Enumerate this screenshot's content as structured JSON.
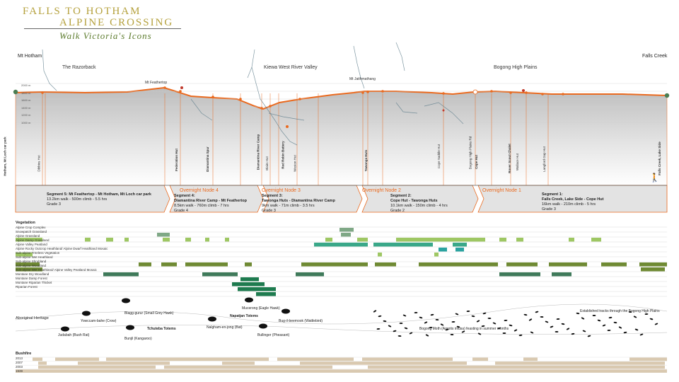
{
  "brand": {
    "line1": "FALLS TO HOTHAM",
    "line2": "ALPINE CROSSING",
    "tagline": "Walk Victoria's Icons"
  },
  "places": {
    "start": "Mt Hotham",
    "end": "Falls Creek",
    "razorback": "The Razorback",
    "kiewa": "Kiewa West River Valley",
    "bogong": "Bogong High Plains",
    "feathertop": "Mt Feathertop",
    "jaithmathang": "Mt Jaithmathang"
  },
  "elevation_ticks": [
    "2000 m",
    "1800 m",
    "1600 m",
    "1400 m",
    "1200 m",
    "1000 m"
  ],
  "site_labels": [
    {
      "text": "Hotham, Mt Loch car park",
      "bold": true
    },
    {
      "text": "Dibbins Hut",
      "bold": false
    },
    {
      "text": "Federation Hut",
      "bold": true
    },
    {
      "text": "Diamantina Spur",
      "bold": true
    },
    {
      "text": "Diamantina River Camp",
      "bold": true
    },
    {
      "text": "Blairs Hut",
      "bold": false
    },
    {
      "text": "Red Robin Battery",
      "bold": true
    },
    {
      "text": "Weston Hut",
      "bold": false
    },
    {
      "text": "Tawonga Huts",
      "bold": true
    },
    {
      "text": "Cope Saddle Hut",
      "bold": false
    },
    {
      "text": "Bogong High Plains Rd",
      "bold": false
    },
    {
      "text": "Cope Hut",
      "bold": true
    },
    {
      "text": "Rover Scout Chalet",
      "bold": true
    },
    {
      "text": "Wallace Hut",
      "bold": false
    },
    {
      "text": "Langford Gap Hut",
      "bold": false
    },
    {
      "text": "Falls Creek, Lake Side",
      "bold": true
    }
  ],
  "overnight_nodes": [
    "Overnight Node 4",
    "Overnight Node 3",
    "Overnight Node 2",
    "Overnight Node 1"
  ],
  "segments": [
    {
      "title": "Segment 5:",
      "route": "Mt Feathertop - Mt Hotham, Mt Loch car park",
      "stats": "13.2km walk - 500m climb - 5.5 hrs",
      "grade": "Grade 3"
    },
    {
      "title": "Segment 4:",
      "route": "Diamantina River Camp - Mt Feathertop",
      "stats": "8.5km walk - 760m climb - 7 hrs",
      "grade": "Grade 4"
    },
    {
      "title": "Segment 3:",
      "route": "Tawonga Huts - Diamantina River Camp",
      "stats": "9km walk - 71m climb - 3.5 hrs",
      "grade": "Grade 3"
    },
    {
      "title": "Segment 2:",
      "route": "Cope Hut - Tawonga Huts",
      "stats": "10.1km walk - 150m climb - 4 hrs",
      "grade": "Grade 2"
    },
    {
      "title": "Segment 1:",
      "route": "Falls Creek, Lake Side - Cope Hut",
      "stats": "16km walk - 210m climb - 5 hrs",
      "grade": "Grade 3"
    }
  ],
  "vegetation": {
    "title": "Vegetation",
    "rows": [
      "Alpine Crop Complex",
      "Snowpatch Grassland",
      "Alpine Grassland",
      "Alpine Damp Grassland",
      "Alpine Valley Peatland",
      "Alpine Rocky Outcrop Heathland/ Alpine Dwarf Heathland Mosaic",
      "Sub-alpine Treeless Vegetation",
      "Sub-alpine Wet Heathland",
      "Sub-alpine Shrubland",
      "Sub-alpine Woodland",
      "Sub-alpine Wet Heathland/ Alpine Valley Peatland Mosaic",
      "Montane Dry Woodland",
      "Montane Damp Forest",
      "Montane Riparian Thicket",
      "Riparian Forest"
    ]
  },
  "heritage": {
    "title": "Aboriginal Heritage",
    "labels": [
      "Yowccam-bahe (Crow)",
      "Blagg-gurur (Small Grey Hawk)",
      "Judabah (Bush Rat)",
      "Tchuteba Totems",
      "Bunjil (Kangaroo)",
      "Nalgham-en-jong (Bat)",
      "Mucerong (Eagle Hawk)",
      "Napatjan Totems",
      "Bullinger (Pheasant)",
      "Bug-il-beemook (Wattlebird)",
      "Bogong Moth (Agrotis infusa) feasting in summer months",
      "Established tracks through the Bogong High Plains"
    ]
  },
  "bushfire": {
    "title": "Bushfire",
    "years": [
      "2013",
      "2007",
      "2003",
      "1939"
    ]
  },
  "colors": {
    "orange": "#ea6a1f",
    "gold": "#b5a13d",
    "olive": "#6f8a33",
    "lightgreen": "#9ec763",
    "teal": "#3aa889",
    "darkgreen": "#1e7b4f",
    "sage": "#7fa886",
    "tan": "#d9c9b0"
  }
}
